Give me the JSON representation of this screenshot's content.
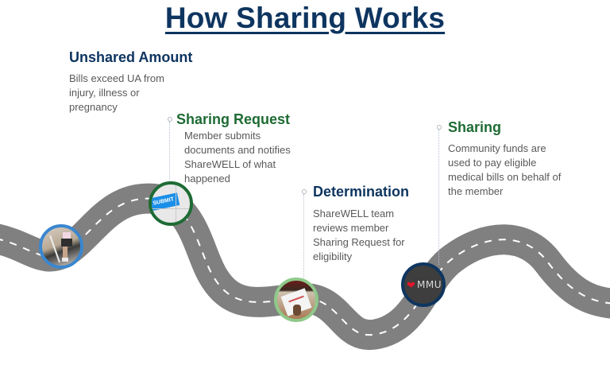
{
  "header": {
    "title": "How Sharing Works"
  },
  "steps": [
    {
      "title": "Unshared Amount",
      "description": "Bills exceed UA from injury, illness or pregnancy",
      "color": "#0e3560",
      "ring_color": "#3a87d0",
      "icon": "injured-person-icon"
    },
    {
      "title": "Sharing Request",
      "description": "Member submits documents and notifies ShareWELL of what happened",
      "color": "#1e6b34",
      "ring_color": "#1e6b34",
      "icon": "submit-key-icon",
      "icon_label": "SUBMIT"
    },
    {
      "title": "Determination",
      "description": "ShareWELL team reviews member Sharing Request for eligibility",
      "color": "#0e3560",
      "ring_color": "#8fc98a",
      "icon": "document-review-icon"
    },
    {
      "title": "Sharing",
      "description": "Community funds are used to pay eligible medical bills on behalf of the member",
      "color": "#1e6b34",
      "ring_color": "#0e3560",
      "icon": "community-heart-icon",
      "icon_label": "MMUNI"
    }
  ],
  "colors": {
    "road": "#808080",
    "lane": "#ffffff",
    "navy": "#0e3560",
    "green": "#1e6b34"
  }
}
